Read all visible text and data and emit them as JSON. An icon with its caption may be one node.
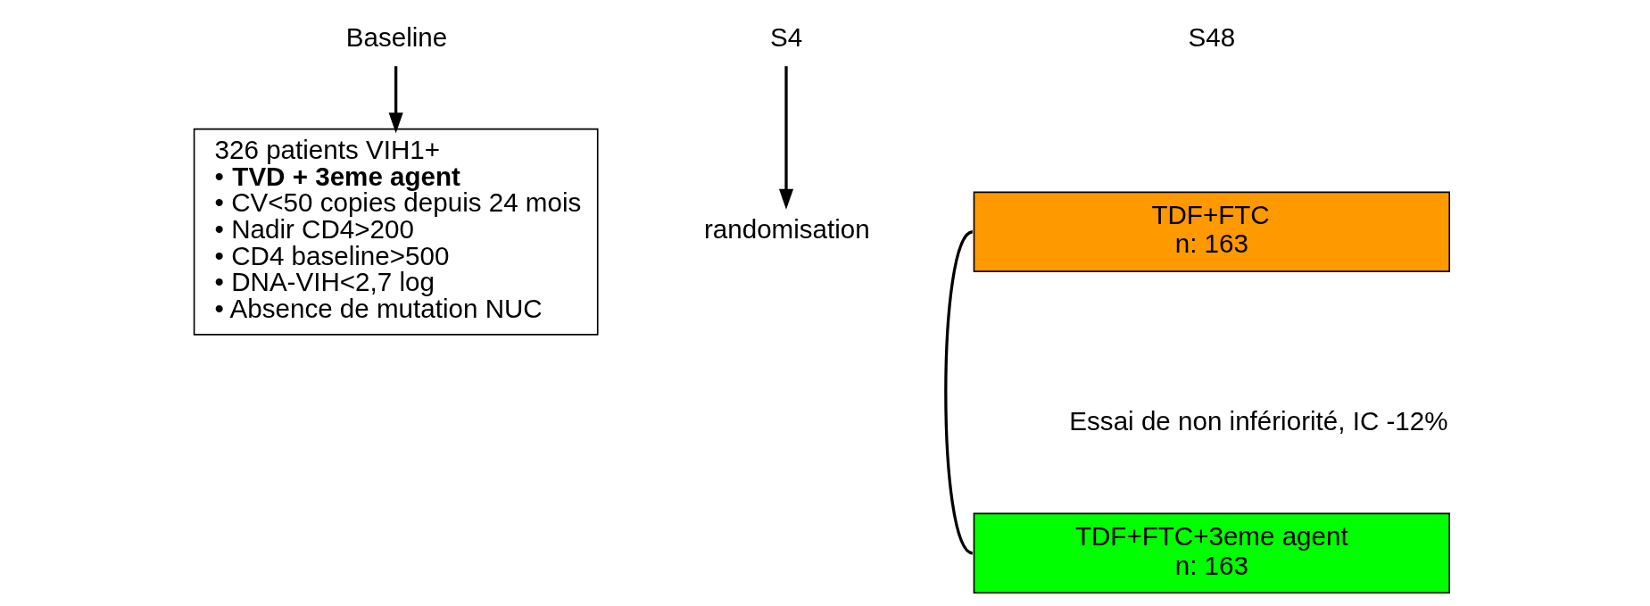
{
  "diagram": {
    "nodes": [
      {
        "text": [
          "Baseline"
        ]
      },
      {
        "text": [
          "326 patients VIH1+",
          "• **TVD + 3eme agent**",
          "• CV<50 copies depuis 24 mois",
          "• Nadir CD4>200",
          "• CD4 baseline>500",
          "• DNA-VIH<2,7 log",
          "• Absence de mutation NUC"
        ]
      },
      {
        "text": [
          "S4"
        ]
      },
      {
        "text": [
          "randomisation"
        ]
      },
      {
        "text": [
          "TDF+FTC",
          "n: 163"
        ]
      },
      {
        "text": [
          "TDF+FTC+3eme agent",
          "n: 163"
        ]
      }
    ],
    "edges": [
      {
        "from": 0,
        "to": 1,
        "arrow": "to"
      },
      {
        "from": 2,
        "to": 3,
        "arrow": "to"
      },
      {
        "from": 4,
        "to": 5,
        "arrow": "none"
      }
    ],
    "labels": [
      "S48",
      "Essai de non infériorité, IC -12%"
    ]
  }
}
